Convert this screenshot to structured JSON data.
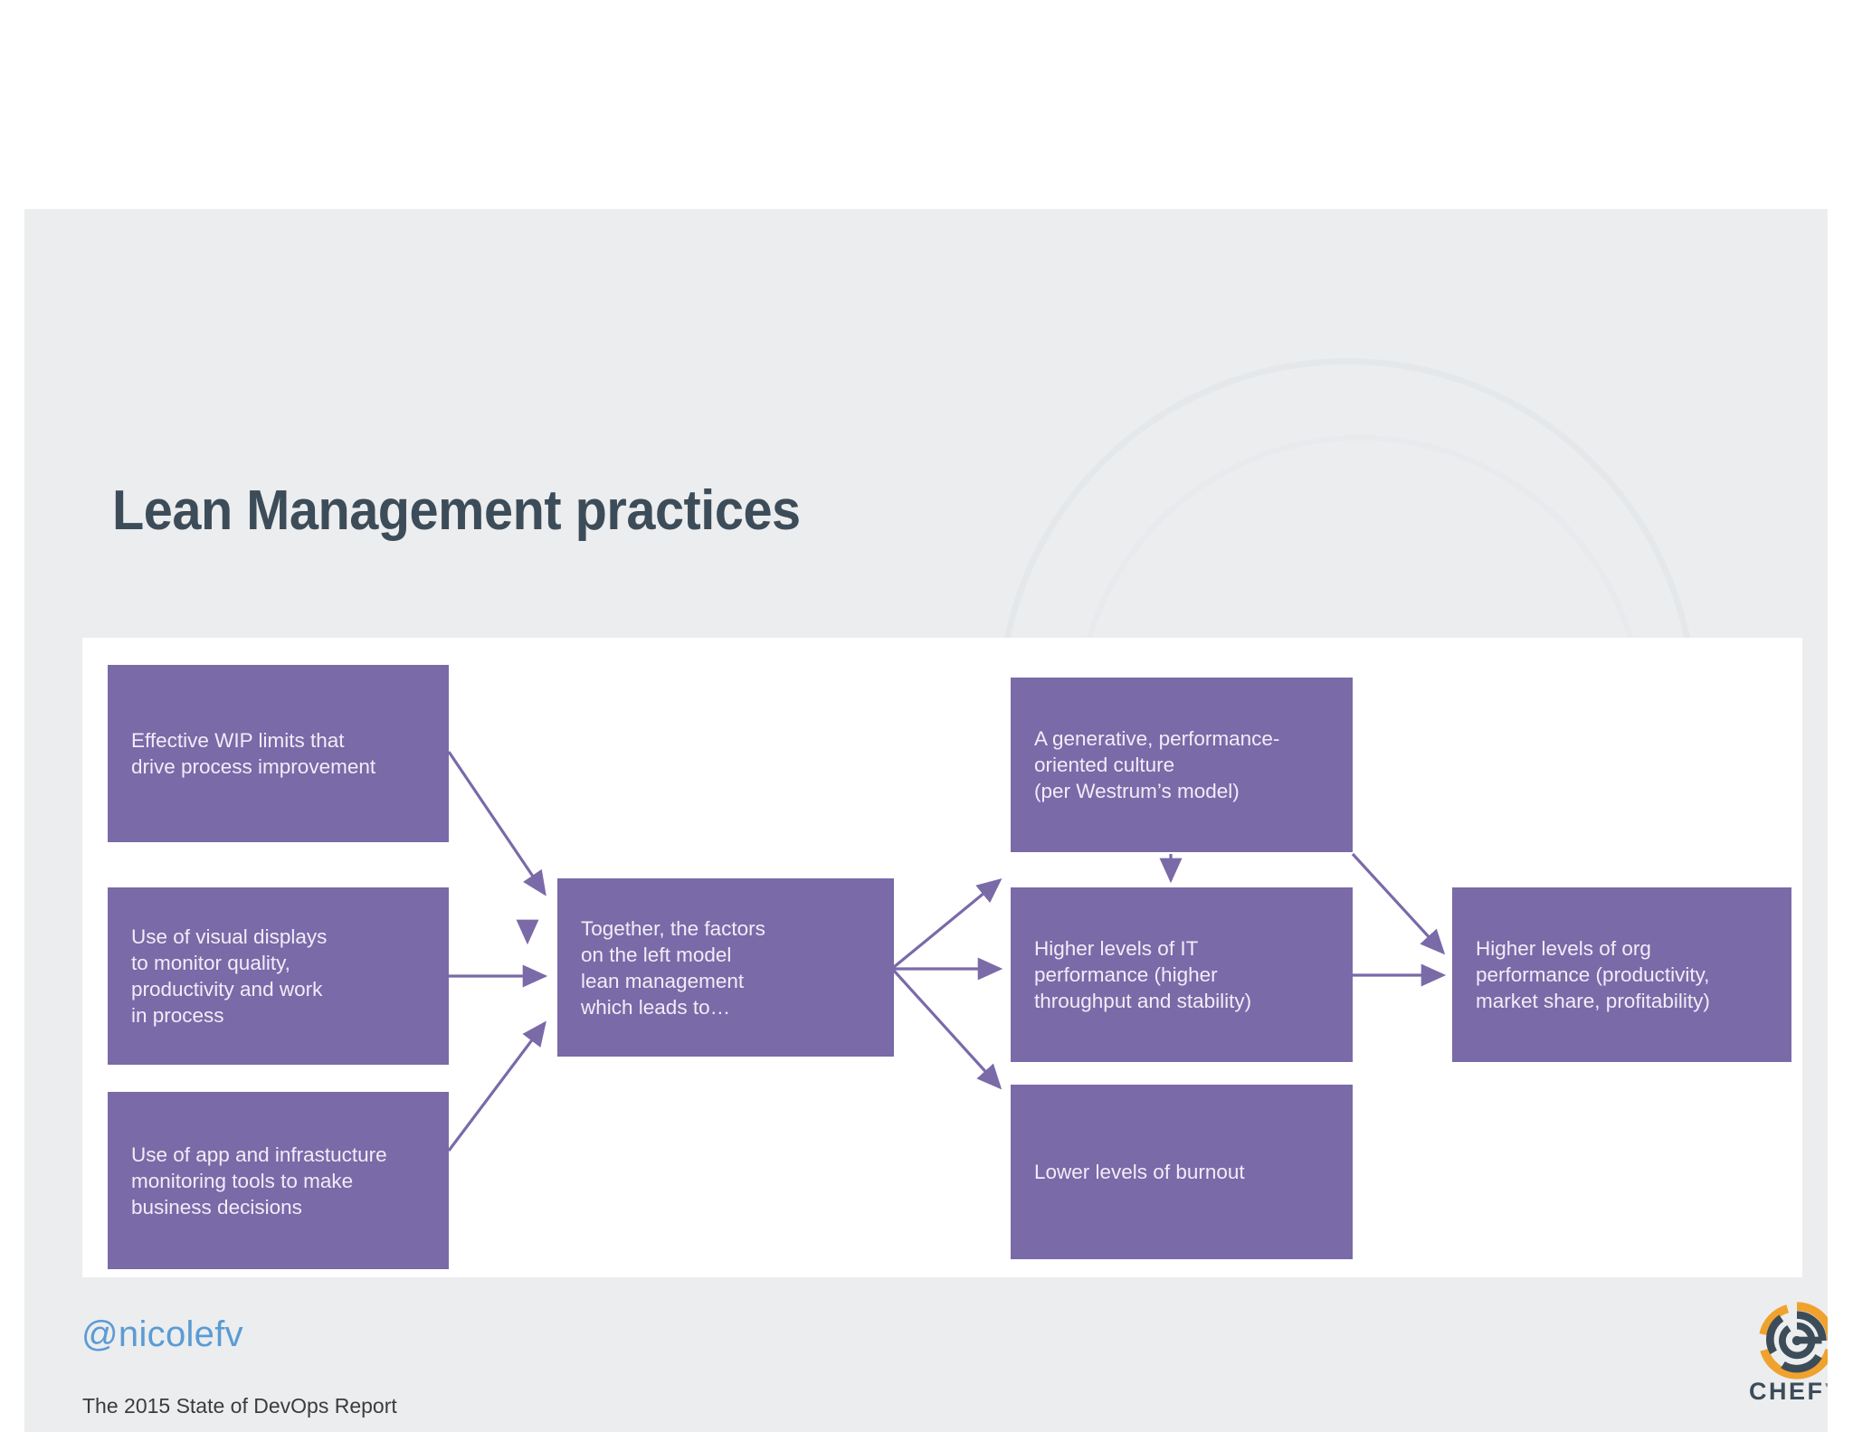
{
  "slide": {
    "title": "Lean Management practices",
    "background_color": "#ecedee",
    "panel_color": "#ffffff",
    "box_color": "#7a6aa8",
    "box_text_color": "#f0edf7",
    "arrow_color": "#7a6aa8",
    "title_color": "#3d4c59"
  },
  "diagram": {
    "type": "flow",
    "boxes": {
      "wip": "Effective WIP limits that\ndrive process improvement",
      "visual": "Use of visual displays\nto monitor quality,\nproductivity and work\nin process",
      "monitoring": "Use of app and infrastucture\nmonitoring tools to make\nbusiness decisions",
      "together": "Together, the factors\non the left model\nlean management\nwhich leads to…",
      "culture": "A generative, performance-\noriented culture\n(per Westrum’s model)",
      "it_performance": "Higher levels of IT\nperformance (higher\nthroughput and stability)",
      "burnout": "Lower levels of burnout",
      "org_performance": "Higher levels of org\nperformance (productivity,\nmarket share, profitability)"
    },
    "edges": [
      {
        "from": "wip",
        "to": "together"
      },
      {
        "from": "visual",
        "to": "together"
      },
      {
        "from": "monitoring",
        "to": "together"
      },
      {
        "from": "together",
        "to": "culture"
      },
      {
        "from": "together",
        "to": "it_performance"
      },
      {
        "from": "together",
        "to": "burnout"
      },
      {
        "from": "culture",
        "to": "it_performance"
      },
      {
        "from": "culture",
        "to": "org_performance"
      },
      {
        "from": "it_performance",
        "to": "org_performance"
      }
    ]
  },
  "footer": {
    "handle": "@nicolefv",
    "handle_color": "#5b9bd5",
    "source": "The 2015 State of DevOps Report"
  },
  "logo": {
    "wordmark": "CHEF",
    "trademark": "™",
    "orange": "#f0a22e",
    "slate": "#3d4c59"
  }
}
